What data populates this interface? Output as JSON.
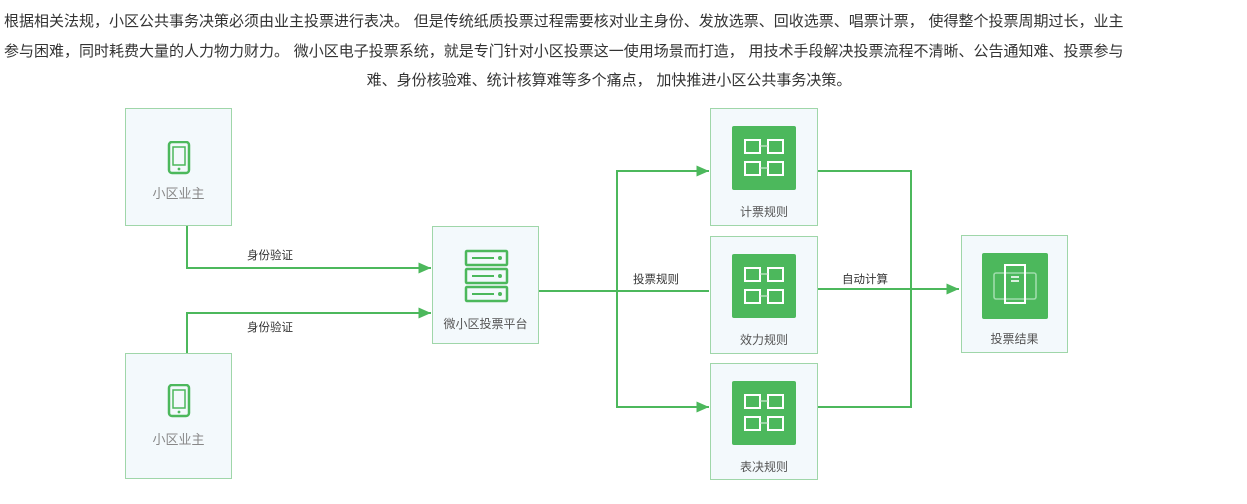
{
  "intro": {
    "lines": [
      "根据相关法规，小区公共事务决策必须由业主投票进行表决。 但是传统纸质投票过程需要核对业主身份、发放选票、回收选票、唱票计票， 使得整个投票周期过长，业主",
      "参与困难，同时耗费大量的人力物力财力。 微小区电子投票系统，就是专门针对小区投票这一使用场景而打造， 用技术手段解决投票流程不清晰、公告通知难、投票参与",
      "难、身份核验难、统计核算难等多个痛点， 加快推进小区公共事务决策。"
    ]
  },
  "nodes": {
    "owner_top": {
      "label": "小区业主",
      "icon": "mobile-phone-icon"
    },
    "owner_bottom": {
      "label": "小区业主",
      "icon": "mobile-phone-icon"
    },
    "platform": {
      "label": "微小区投票平台",
      "icon": "server-rack-icon"
    },
    "rule_count": {
      "label": "计票规则",
      "icon": "grid-network-icon"
    },
    "rule_validity": {
      "label": "效力规则",
      "icon": "grid-network-icon"
    },
    "rule_decision": {
      "label": "表决规则",
      "icon": "grid-network-icon"
    },
    "result": {
      "label": "投票结果",
      "icon": "document-icon"
    }
  },
  "edges": {
    "identity_top": "身份验证",
    "identity_bottom": "身份验证",
    "voting_rules": "投票规则",
    "auto_count": "自动计算"
  },
  "colors": {
    "line": "#4cb85c",
    "tile": "#4cb85c",
    "node_bg": "#f3f9fc",
    "node_border": "#9fd6a9"
  }
}
